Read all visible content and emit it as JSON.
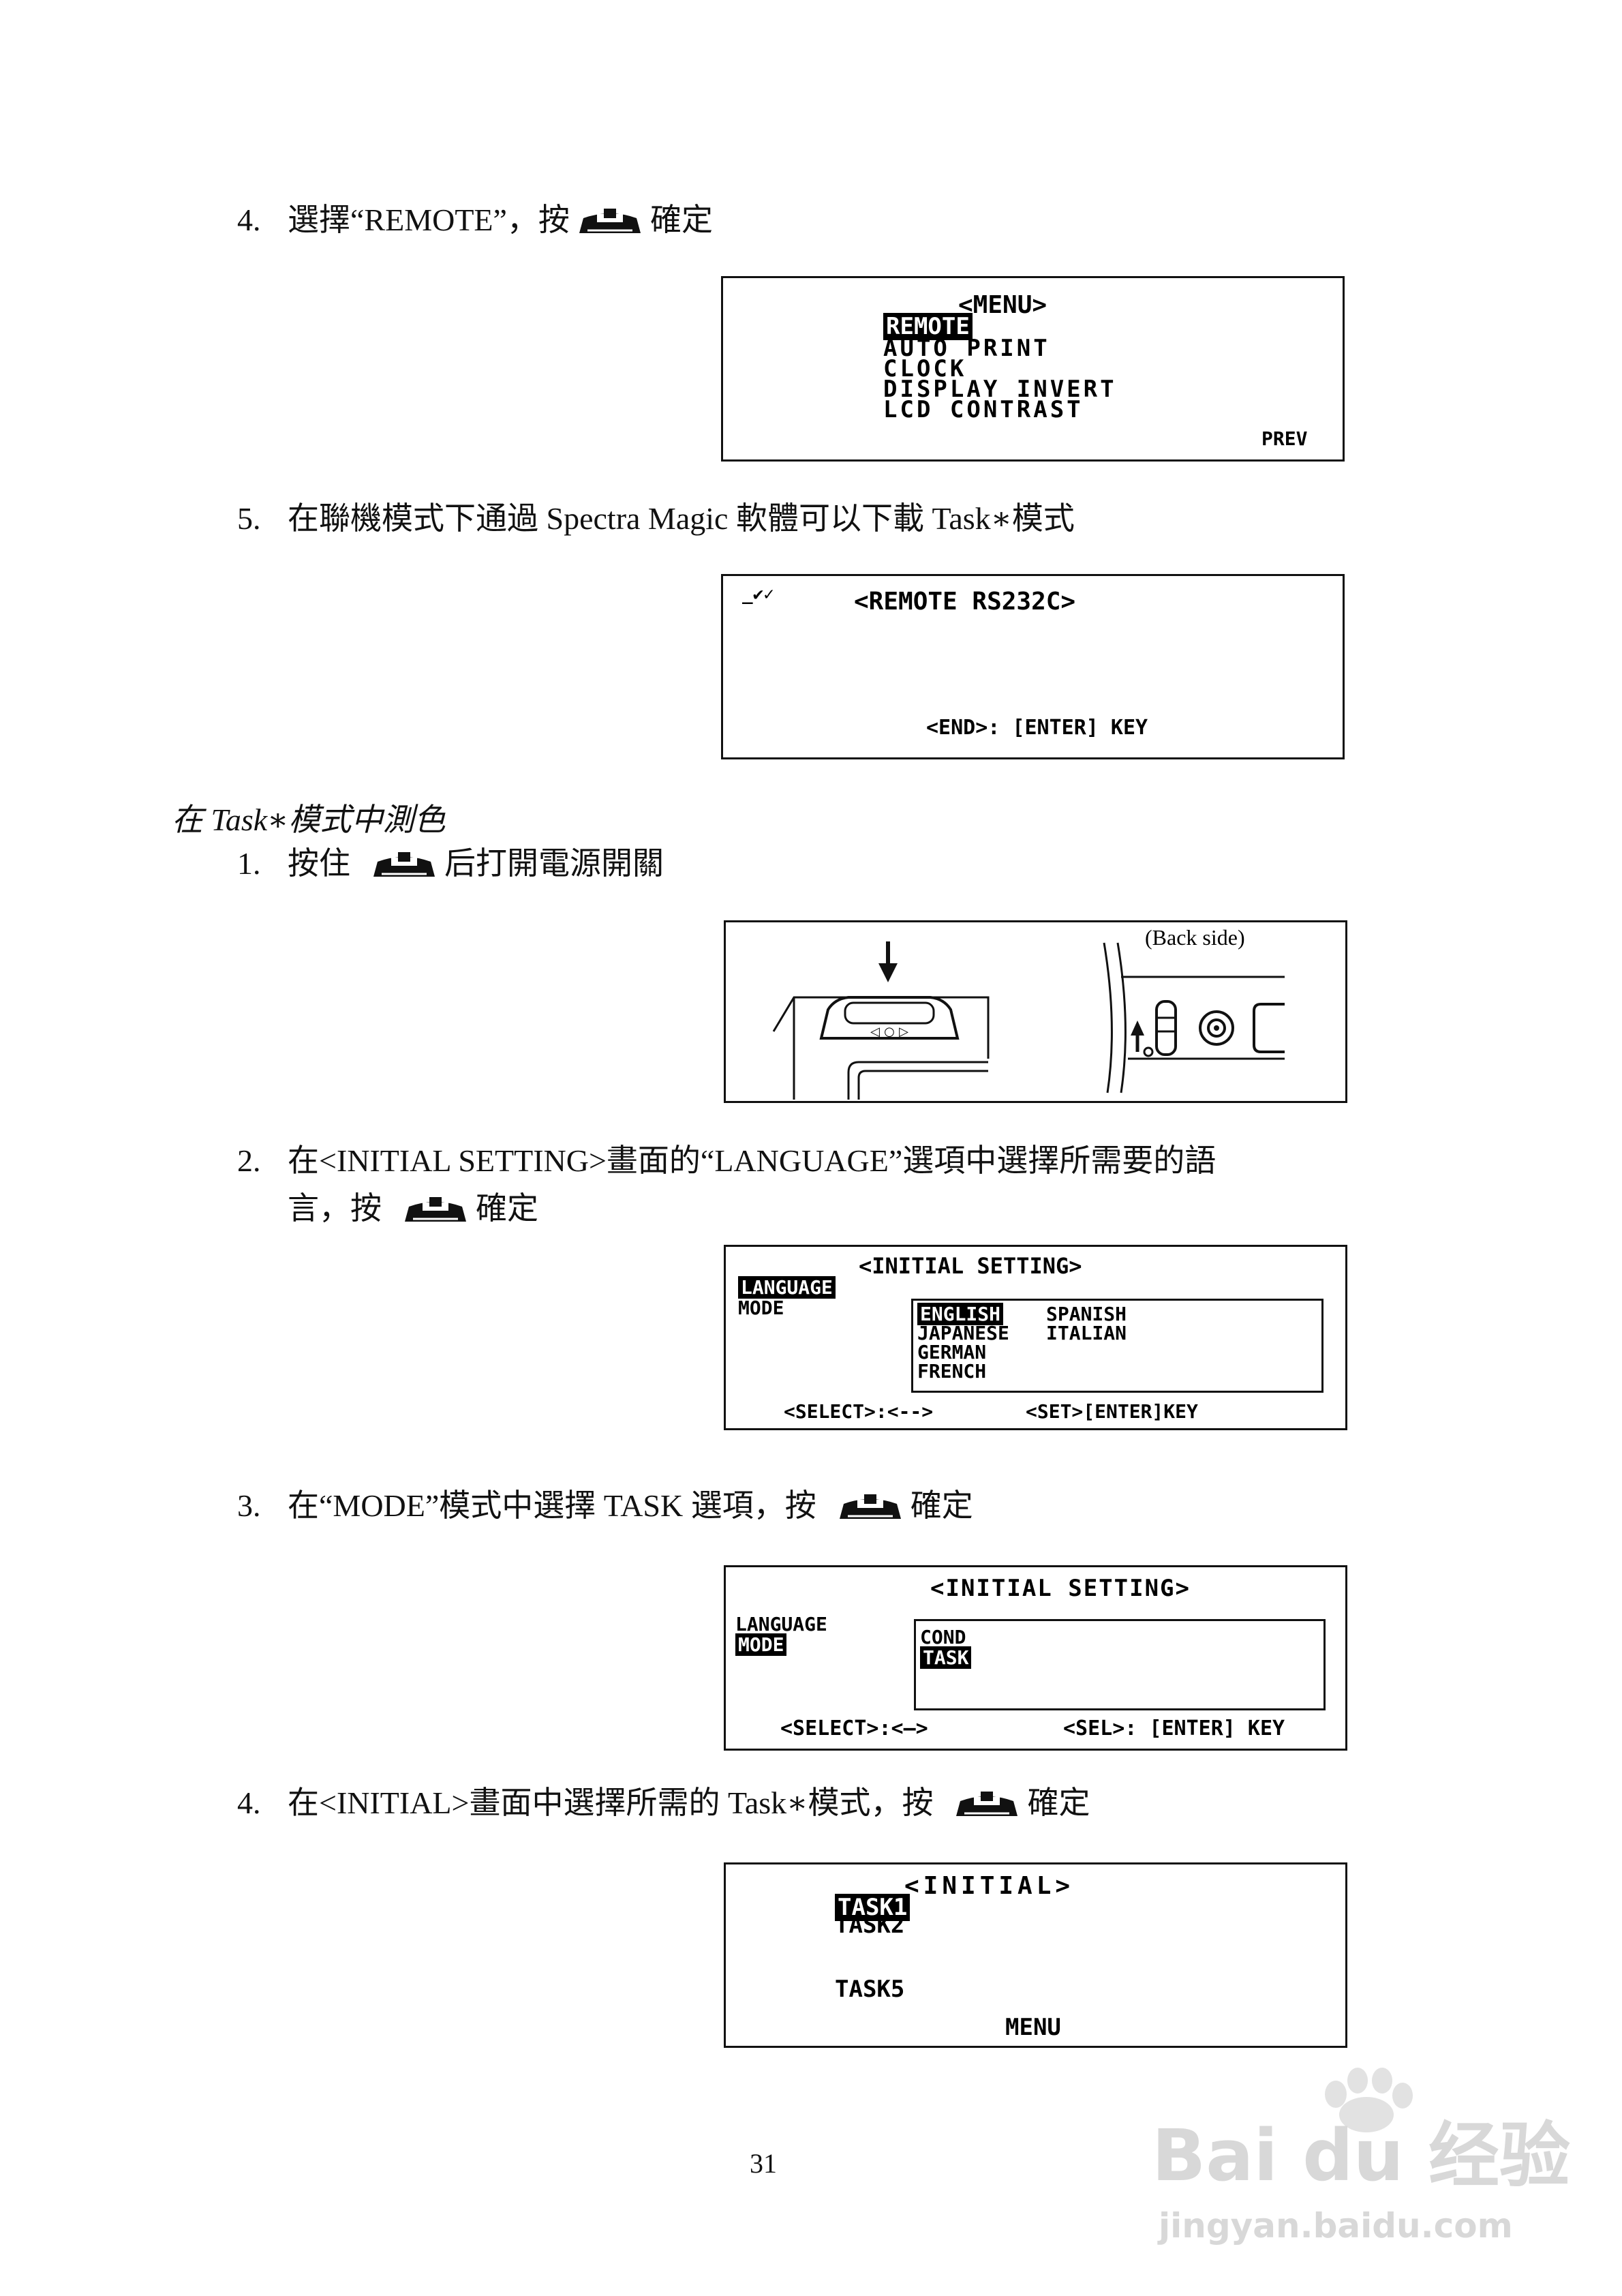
{
  "steps_remote": [
    {
      "num": "4.",
      "text_before": "選擇“REMOTE”，按",
      "text_after": "確定"
    },
    {
      "num": "5.",
      "text": "在聯機模式下通過 Spectra Magic  軟體可以下載 Task∗模式"
    }
  ],
  "screen_menu": {
    "title": "<MENU>",
    "items": [
      "REMOTE",
      "AUTO PRINT",
      "CLOCK",
      "DISPLAY INVERT",
      "LCD CONTRAST"
    ],
    "prev": "PREV"
  },
  "screen_remote": {
    "status": "̲✔✓",
    "title": "<REMOTE RS232C>",
    "footer": "<END>: [ENTER] KEY"
  },
  "section_heading": "在 Task∗模式中測色",
  "steps_task": [
    {
      "num": "1.",
      "text_before": "按住",
      "text_after": "后打開電源開關"
    },
    {
      "num": "2.",
      "line1": "在<INITIAL SETTING>畫面的“LANGUAGE”選項中選擇所需要的語",
      "line2_before": "言，按",
      "line2_after": "確定"
    },
    {
      "num": "3.",
      "text_before": "在“MODE”模式中選擇 TASK 選項，按",
      "text_after": "確定"
    },
    {
      "num": "4.",
      "text_before": "在<INITIAL>畫面中選擇所需的 Task∗模式，按",
      "text_after": "確定"
    }
  ],
  "device_figure": {
    "back_side": "(Back side)"
  },
  "screen_language": {
    "title": "<INITIAL SETTING>",
    "labels": [
      "LANGUAGE",
      "MODE"
    ],
    "options_left": [
      "ENGLISH",
      "JAPANESE",
      "GERMAN",
      "FRENCH"
    ],
    "options_right": [
      "SPANISH",
      "ITALIAN"
    ],
    "footer_left": "<SELECT>:<-->",
    "footer_right": "<SET>[ENTER]KEY"
  },
  "screen_mode": {
    "title": "<INITIAL SETTING>",
    "labels": [
      "LANGUAGE",
      "MODE"
    ],
    "options": [
      "COND",
      "TASK"
    ],
    "footer_left": "<SELECT>:<—>",
    "footer_right": "<SEL>: [ENTER] KEY"
  },
  "screen_initial": {
    "title": "<INITIAL>",
    "items": [
      "TASK1",
      "TASK2",
      "TASK5"
    ],
    "menu": "MENU"
  },
  "page_number": "31",
  "watermark": {
    "brand": "Bai du 经验",
    "url": "jingyan.baidu.com"
  }
}
